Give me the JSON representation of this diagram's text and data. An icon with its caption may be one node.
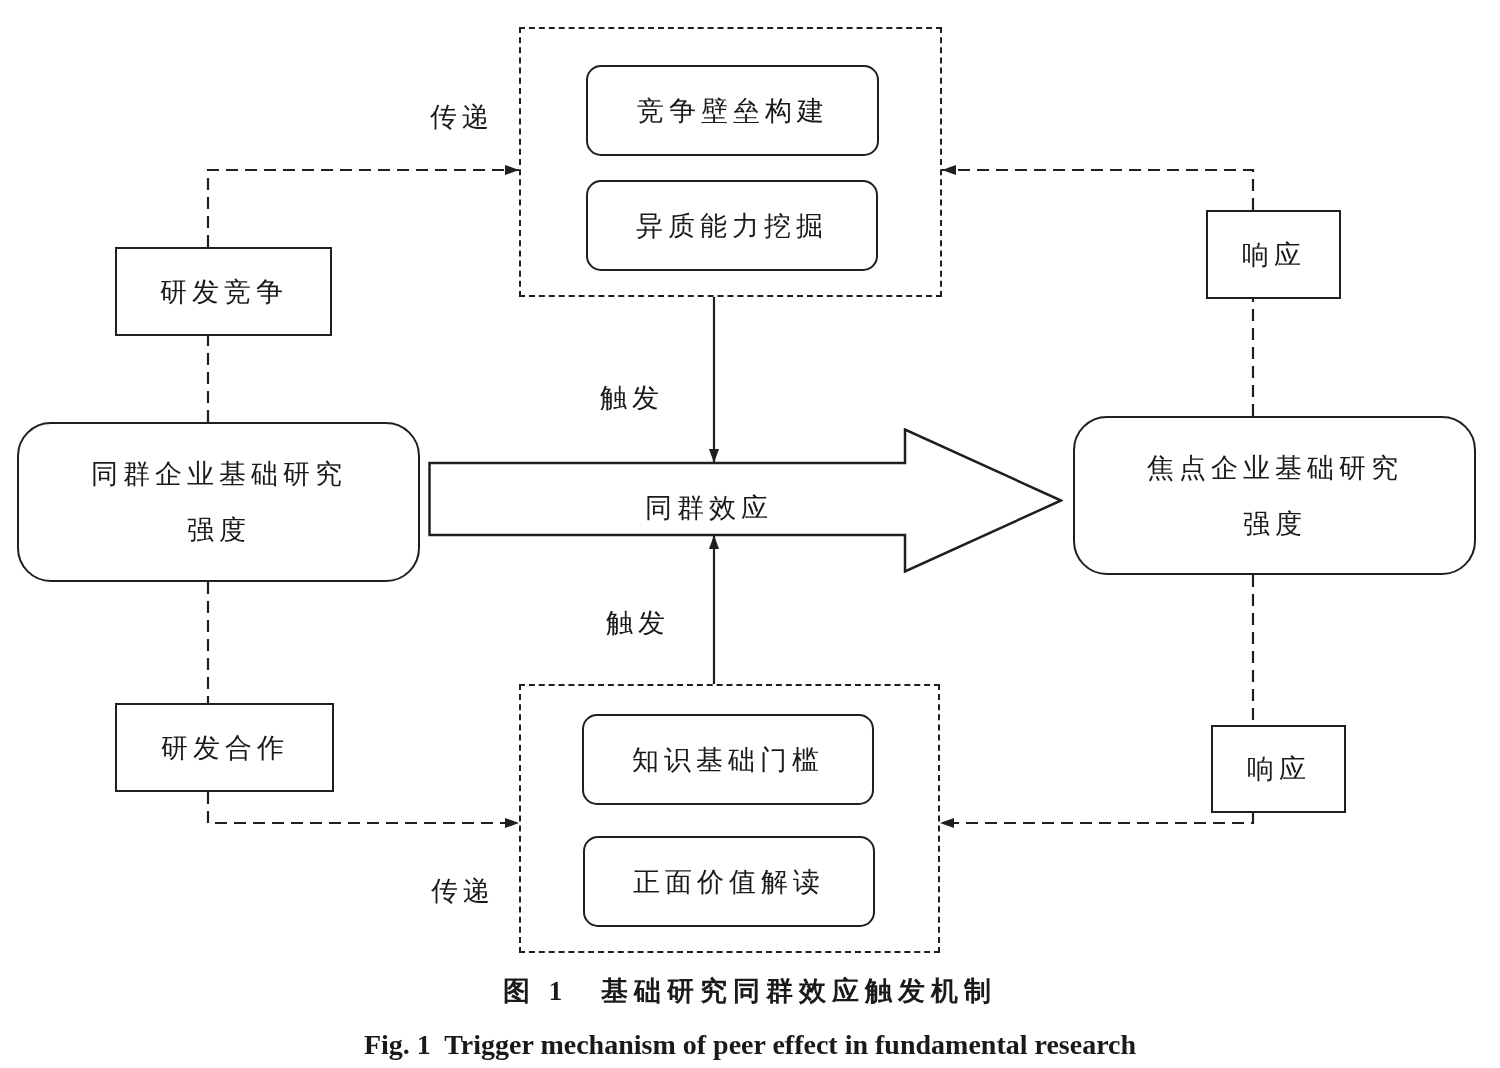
{
  "diagram": {
    "caption": "图 1　基础研究同群效应触发机制",
    "nodes": [
      {
        "text": [],
        "shape": "box"
      },
      {
        "text": [
          "竞争壁垒构建"
        ],
        "in": 0
      },
      {
        "text": [
          "异质能力挖掘"
        ],
        "in": 0
      },
      {
        "text": [
          "研发竞争"
        ]
      },
      {
        "text": [
          "响应"
        ]
      },
      {
        "text": [
          "同群企业基础研究强度"
        ]
      },
      {
        "text": [
          "同群效应"
        ]
      },
      {
        "text": [
          "焦点企业基础研究强度"
        ]
      },
      {
        "text": [],
        "shape": "box"
      },
      {
        "text": [
          "知识基础门槛"
        ],
        "in": 8
      },
      {
        "text": [
          "正面价值解读"
        ],
        "in": 8
      },
      {
        "text": [
          "研发合作"
        ]
      },
      {
        "text": [
          "响应"
        ]
      }
    ],
    "edges": [
      {
        "from": 3,
        "to": 0,
        "arrow": "to",
        "label": "传递",
        "style": "dashed"
      },
      {
        "from": 4,
        "to": 0,
        "arrow": "to",
        "style": "dashed"
      },
      {
        "from": 5,
        "to": 3,
        "arrow": "none",
        "style": "dashed"
      },
      {
        "from": 7,
        "to": 4,
        "arrow": "none",
        "style": "dashed"
      },
      {
        "from": 0,
        "to": 6,
        "arrow": "to",
        "label": "触发"
      },
      {
        "from": 8,
        "to": 6,
        "arrow": "to",
        "label": "触发"
      },
      {
        "from": 5,
        "to": 11,
        "arrow": "none",
        "style": "dashed"
      },
      {
        "from": 7,
        "to": 12,
        "arrow": "none",
        "style": "dashed"
      },
      {
        "from": 11,
        "to": 8,
        "arrow": "to",
        "label": "传递",
        "style": "dashed"
      },
      {
        "from": 12,
        "to": 8,
        "arrow": "to",
        "style": "dashed"
      },
      {
        "from": 5,
        "to": 7,
        "arrow": "to",
        "style": "thick"
      }
    ],
    "labels": [
      "Fig. 1  Trigger mechanism of peer effect in fundamental research"
    ]
  }
}
